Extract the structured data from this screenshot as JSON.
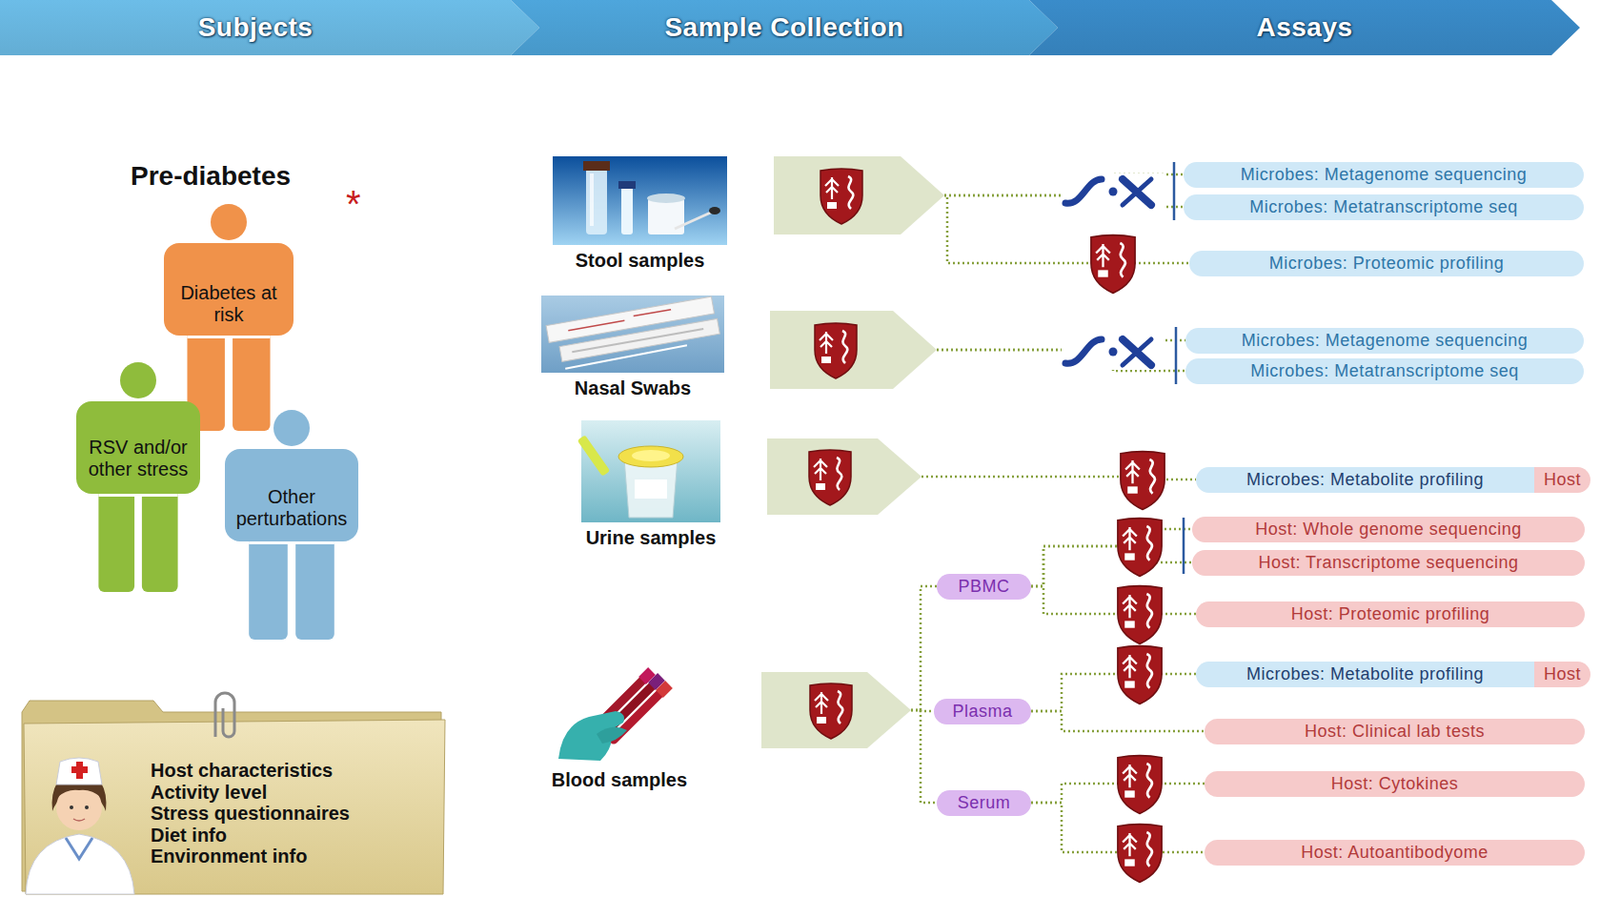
{
  "diagram": {
    "nodes": [
      {
        "text": [
          "Subjects"
        ]
      },
      {
        "text": [
          "Sample Collection"
        ]
      },
      {
        "text": [
          "Assays"
        ]
      },
      {
        "text": [
          "Diabetes at risk"
        ]
      },
      {
        "text": [
          "RSV and/or other stress"
        ]
      },
      {
        "text": [
          "Other perturbations"
        ]
      },
      {
        "text": [
          "Host characteristics",
          "Activity level",
          "Stress questionnaires",
          "Diet info",
          "Environment info"
        ]
      },
      {
        "text": [
          "Stool samples"
        ]
      },
      {
        "text": [
          "Nasal Swabs"
        ]
      },
      {
        "text": [
          "Urine samples"
        ]
      },
      {
        "text": [
          "Blood samples"
        ]
      },
      {
        "text": [
          "PBMC"
        ]
      },
      {
        "text": [
          "Plasma"
        ]
      },
      {
        "text": [
          "Serum"
        ]
      },
      {
        "text": [
          "Microbes: Metagenome sequencing"
        ]
      },
      {
        "text": [
          "Microbes: Metatranscriptome seq"
        ]
      },
      {
        "text": [
          "Microbes: Proteomic profiling"
        ]
      },
      {
        "text": [
          "Microbes: Metagenome sequencing"
        ]
      },
      {
        "text": [
          "Microbes: Metatranscriptome seq"
        ]
      },
      {
        "text": [
          "Microbes: Metabolite profiling",
          "Host"
        ]
      },
      {
        "text": [
          "Host: Whole genome sequencing"
        ]
      },
      {
        "text": [
          "Host: Transcriptome sequencing"
        ]
      },
      {
        "text": [
          "Host: Proteomic profiling"
        ]
      },
      {
        "text": [
          "Microbes: Metabolite profiling",
          "Host"
        ]
      },
      {
        "text": [
          "Host: Clinical lab tests"
        ]
      },
      {
        "text": [
          "Host: Cytokines"
        ]
      },
      {
        "text": [
          "Host: Autoantibodyome"
        ]
      }
    ],
    "edges": [
      {
        "from": 7,
        "to": 14,
        "arrow": "none"
      },
      {
        "from": 7,
        "to": 15,
        "arrow": "none"
      },
      {
        "from": 7,
        "to": 16,
        "arrow": "none"
      },
      {
        "from": 8,
        "to": 17,
        "arrow": "none"
      },
      {
        "from": 8,
        "to": 18,
        "arrow": "none"
      },
      {
        "from": 9,
        "to": 19,
        "arrow": "none"
      },
      {
        "from": 10,
        "to": 11,
        "arrow": "none"
      },
      {
        "from": 10,
        "to": 12,
        "arrow": "none"
      },
      {
        "from": 10,
        "to": 13,
        "arrow": "none"
      },
      {
        "from": 11,
        "to": 20,
        "arrow": "none"
      },
      {
        "from": 11,
        "to": 21,
        "arrow": "none"
      },
      {
        "from": 11,
        "to": 22,
        "arrow": "none"
      },
      {
        "from": 12,
        "to": 23,
        "arrow": "none"
      },
      {
        "from": 12,
        "to": 24,
        "arrow": "none"
      },
      {
        "from": 13,
        "to": 25,
        "arrow": "none"
      },
      {
        "from": 13,
        "to": 26,
        "arrow": "none"
      }
    ],
    "labels": [
      "Pre-diabetes",
      "*"
    ]
  }
}
